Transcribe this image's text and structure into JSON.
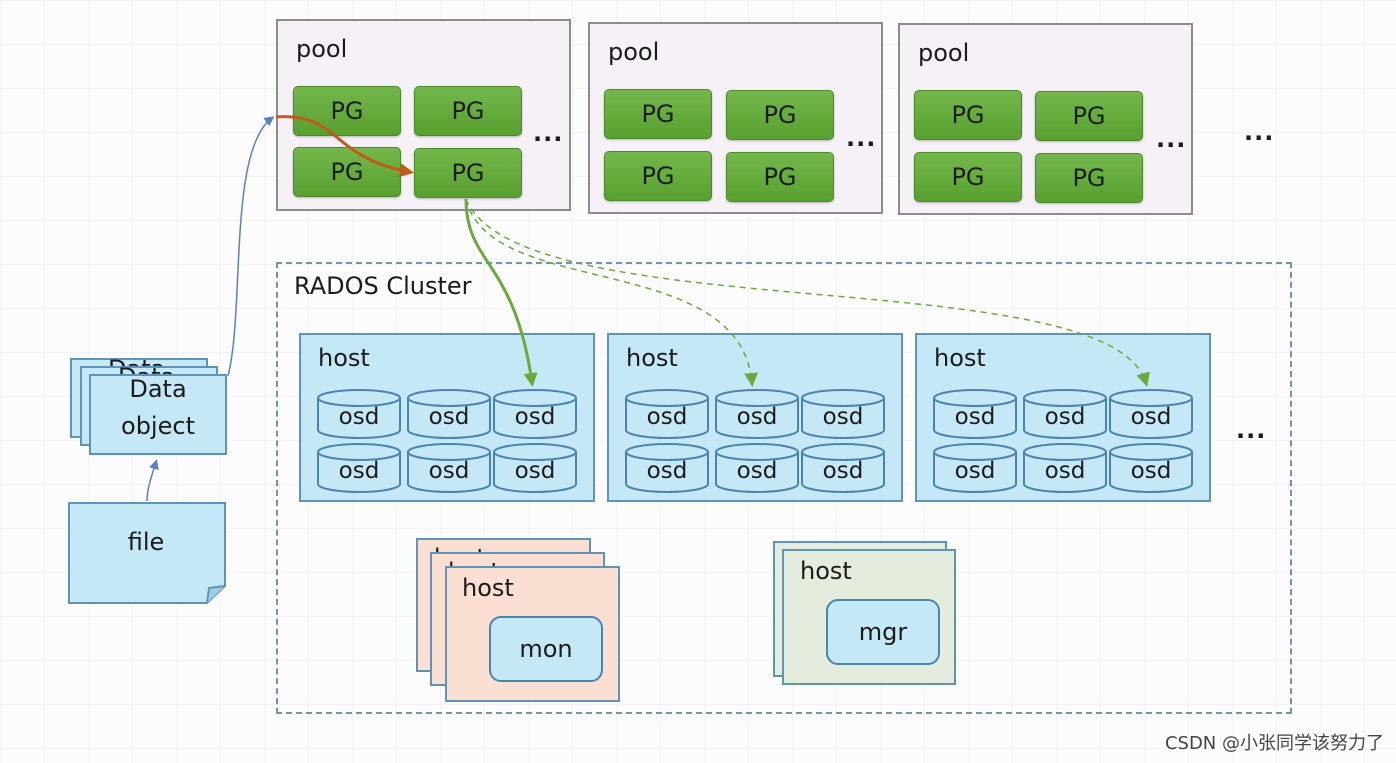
{
  "pools": [
    {
      "label": "pool",
      "pgs": [
        "PG",
        "PG",
        "PG",
        "PG"
      ],
      "more": "..."
    },
    {
      "label": "pool",
      "pgs": [
        "PG",
        "PG",
        "PG",
        "PG"
      ],
      "more": "..."
    },
    {
      "label": "pool",
      "pgs": [
        "PG",
        "PG",
        "PG",
        "PG"
      ],
      "more": "..."
    }
  ],
  "pools_more": "...",
  "cluster": {
    "label": "RADOS Cluster",
    "hosts": [
      {
        "label": "host",
        "osds": [
          "osd",
          "osd",
          "osd",
          "osd",
          "osd",
          "osd"
        ]
      },
      {
        "label": "host",
        "osds": [
          "osd",
          "osd",
          "osd",
          "osd",
          "osd",
          "osd"
        ]
      },
      {
        "label": "host",
        "osds": [
          "osd",
          "osd",
          "osd",
          "osd",
          "osd",
          "osd"
        ]
      }
    ],
    "hosts_more": "...",
    "mon_host": {
      "back_labels": [
        "host",
        "host"
      ],
      "label": "host",
      "service": "mon"
    },
    "mgr_host": {
      "label": "host",
      "service": "mgr"
    }
  },
  "data_object": {
    "back_labels": [
      "Data",
      "Data"
    ],
    "line1": "Data",
    "line2": "object"
  },
  "file": {
    "label": "file"
  },
  "colors": {
    "pg_fill": "#5ea535",
    "host_fill": "#c5e8f7",
    "pool_fill": "#f5f1f6",
    "mon_host_fill": "#fbdfd3",
    "mgr_host_fill": "#e3ecdd",
    "mapping_arrow": "#c25a1c",
    "placement_arrow": "#6aaa3b",
    "object_arrow": "#5b80c2"
  },
  "watermark": "CSDN @小张同学该努力了"
}
